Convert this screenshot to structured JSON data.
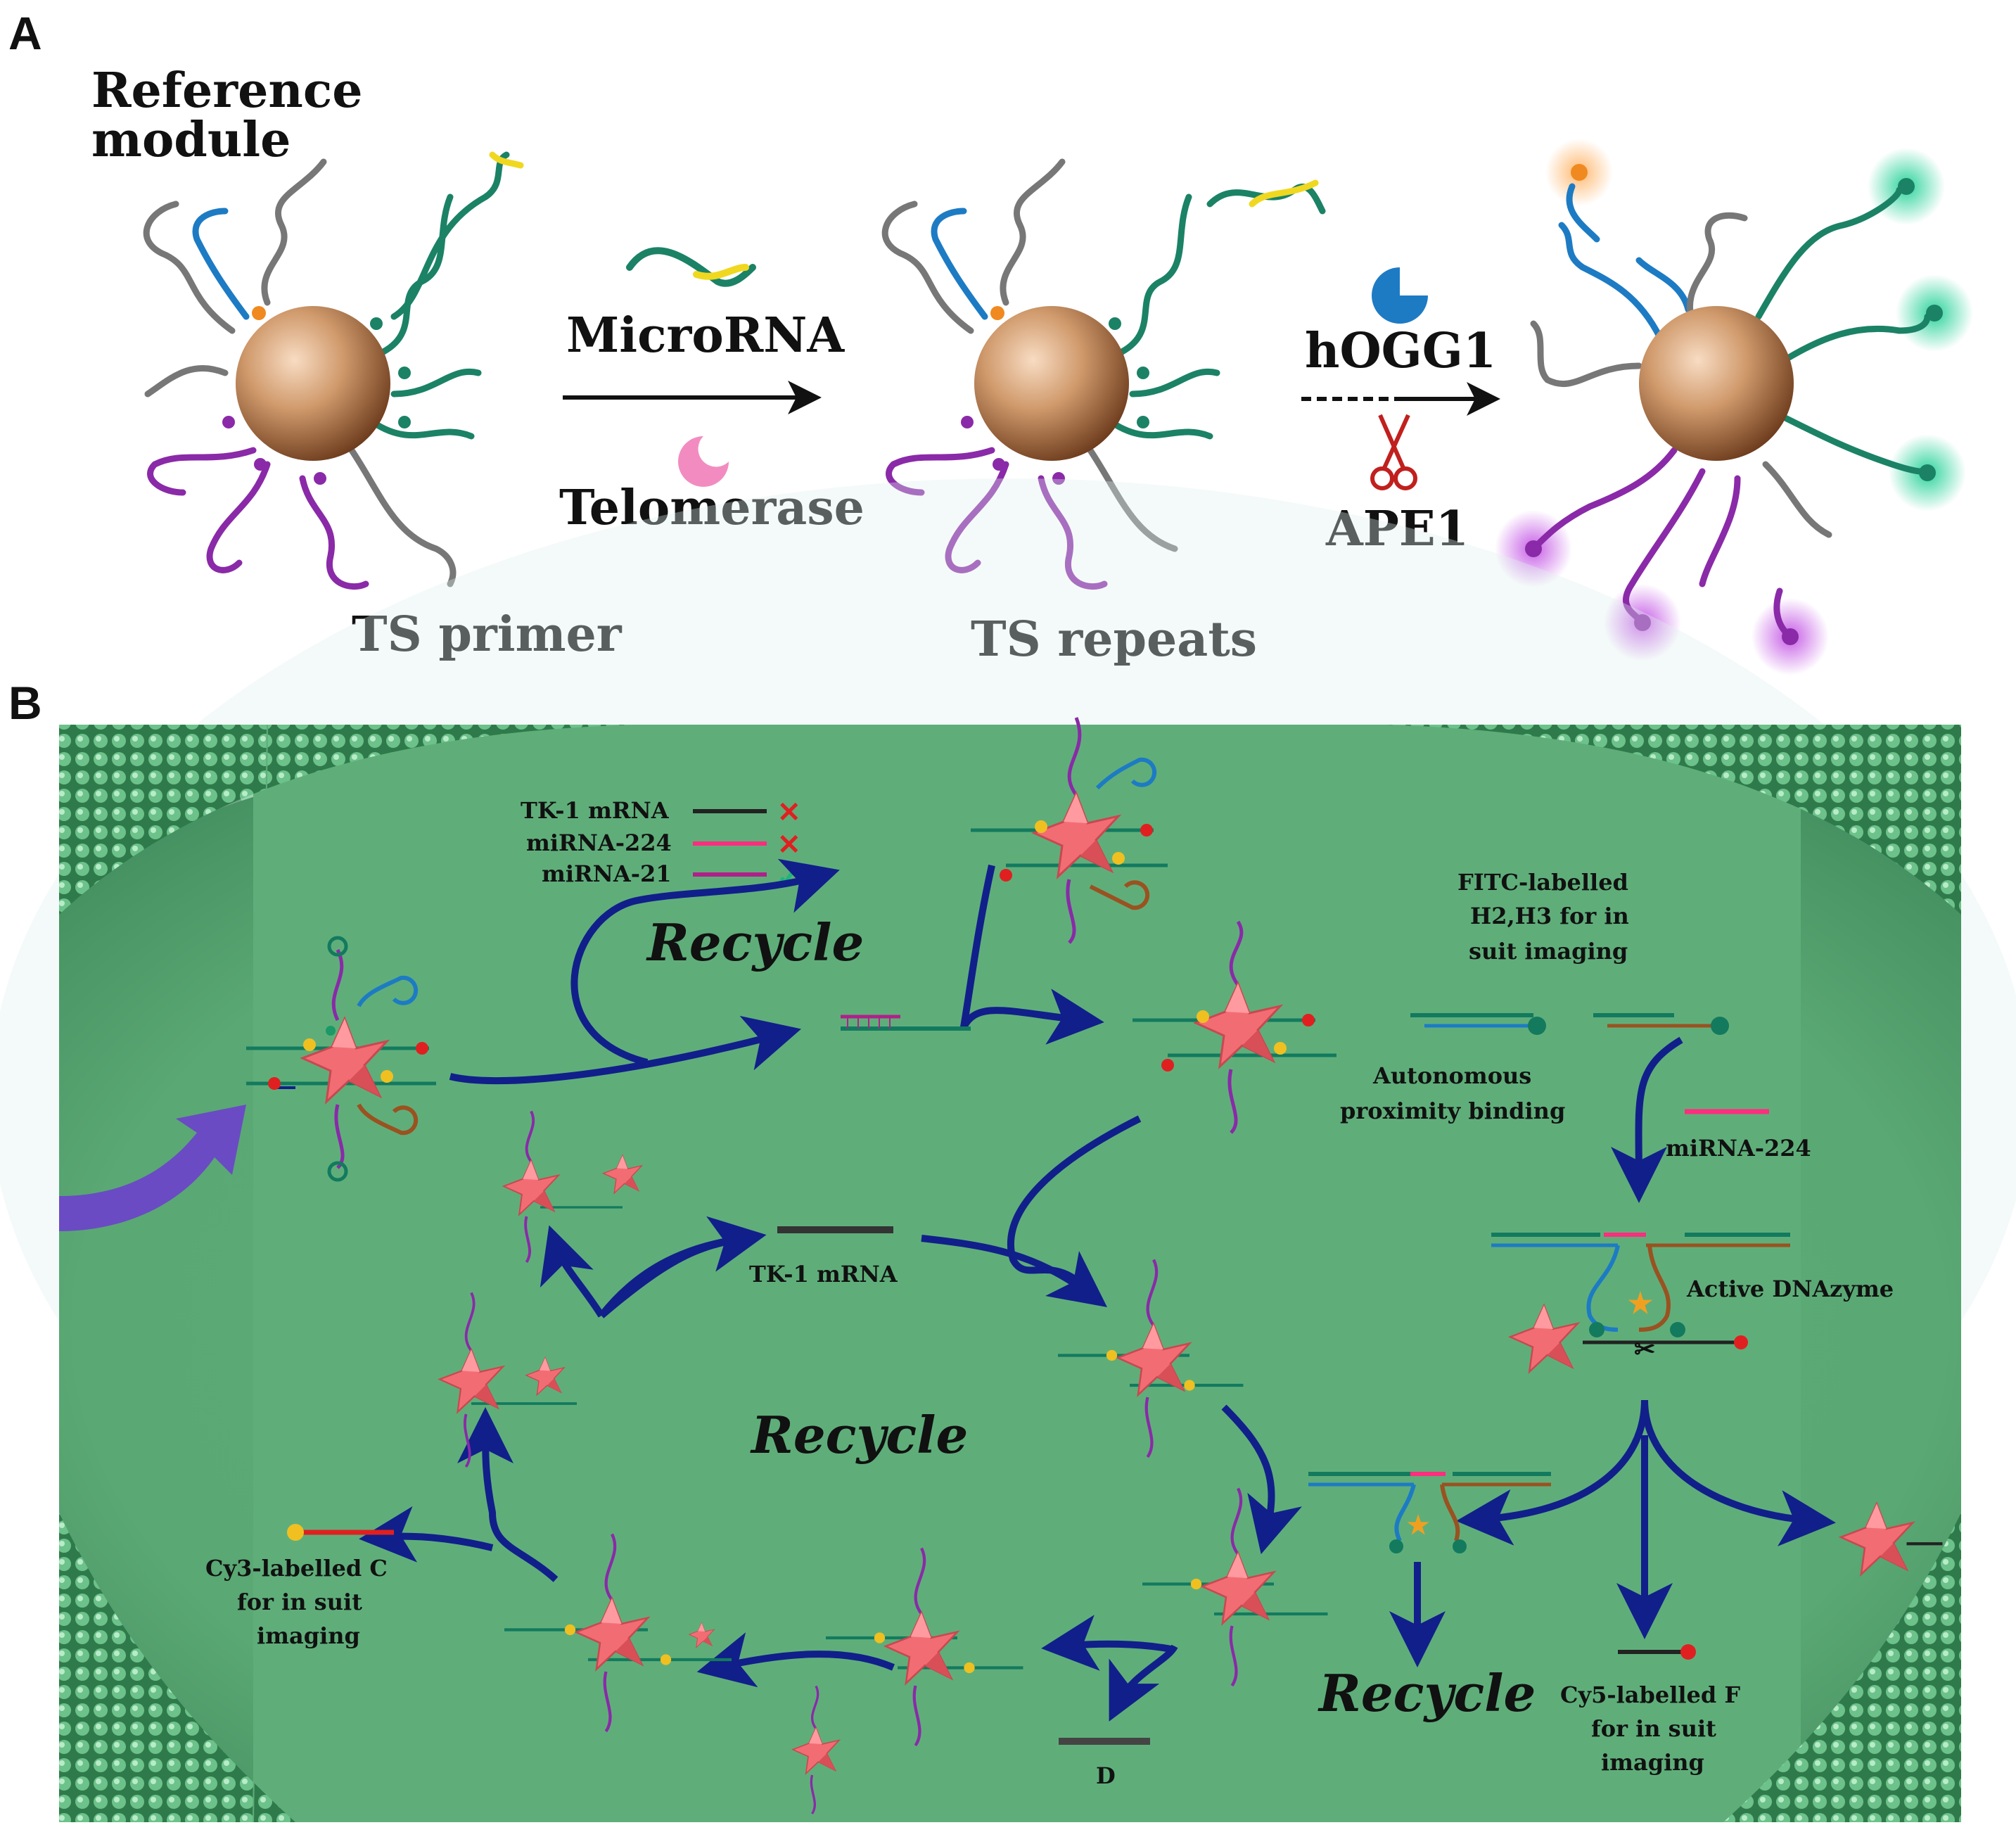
{
  "panel_a": {
    "letter": "A",
    "reference_module": [
      "Reference",
      "module"
    ],
    "ts_primer": "TS primer",
    "microrna": "MicroRNA",
    "telomerase": "Telomerase",
    "ts_repeats": "TS repeats",
    "hogg1": "hOGG1",
    "ape1": "APE1"
  },
  "panel_b": {
    "letter": "B",
    "legend": {
      "tk1": "TK-1 mRNA",
      "mir224": "miRNA-224",
      "mir21": "miRNA-21"
    },
    "recycle": "Recycle",
    "fitc": [
      "FITC-labelled",
      "H2,H3 for in",
      "suit imaging"
    ],
    "autonomous": [
      "Autonomous",
      "proximity binding"
    ],
    "mirna224": "miRNA-224",
    "active_dnazyme": "Active DNAzyme",
    "tk1_center": "TK-1 mRNA",
    "cy3": [
      "Cy3-labelled C",
      "for in suit",
      "imaging"
    ],
    "cy5": [
      "Cy5-labelled F",
      "for in suit",
      "imaging"
    ],
    "d_label": "D"
  },
  "colors": {
    "background_green": "#5fae7a",
    "arrow_navy": "#111f8a",
    "strand_teal": "#137a5e",
    "strand_purple": "#8a2aa8",
    "strand_blue": "#1d7bc4",
    "nanoparticle": "#c98b5f",
    "dnazyme_red": "#f06a70"
  }
}
